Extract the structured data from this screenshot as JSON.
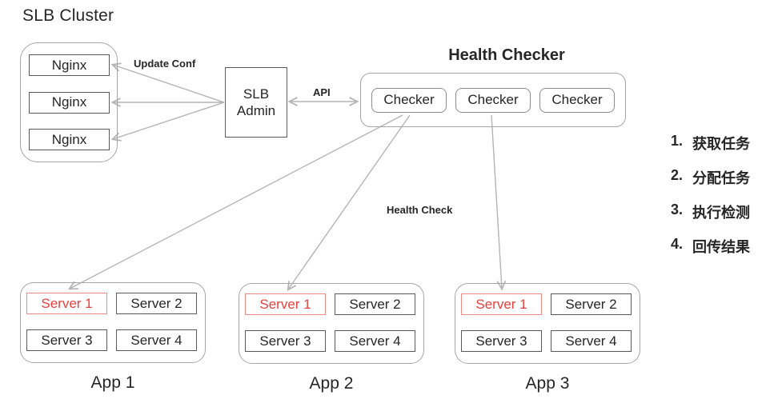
{
  "title": "SLB Cluster",
  "slb_cluster": {
    "nodes": [
      "Nginx",
      "Nginx",
      "Nginx"
    ]
  },
  "slb_admin": {
    "line1": "SLB",
    "line2": "Admin"
  },
  "edge_labels": {
    "update_conf": "Update Conf",
    "api": "API",
    "health_check": "Health Check"
  },
  "health_checker": {
    "title": "Health Checker",
    "checkers": [
      "Checker",
      "Checker",
      "Checker"
    ]
  },
  "apps": [
    {
      "name": "App 1",
      "servers": [
        {
          "label": "Server 1",
          "highlight": true
        },
        {
          "label": "Server 2",
          "highlight": false
        },
        {
          "label": "Server 3",
          "highlight": false
        },
        {
          "label": "Server 4",
          "highlight": false
        }
      ]
    },
    {
      "name": "App 2",
      "servers": [
        {
          "label": "Server 1",
          "highlight": true
        },
        {
          "label": "Server 2",
          "highlight": false
        },
        {
          "label": "Server 3",
          "highlight": false
        },
        {
          "label": "Server 4",
          "highlight": false
        }
      ]
    },
    {
      "name": "App 3",
      "servers": [
        {
          "label": "Server 1",
          "highlight": true
        },
        {
          "label": "Server 2",
          "highlight": false
        },
        {
          "label": "Server 3",
          "highlight": false
        },
        {
          "label": "Server 4",
          "highlight": false
        }
      ]
    }
  ],
  "steps": [
    {
      "num": "1.",
      "text": "获取任务"
    },
    {
      "num": "2.",
      "text": "分配任务"
    },
    {
      "num": "3.",
      "text": "执行检测"
    },
    {
      "num": "4.",
      "text": "回传结果"
    }
  ],
  "colors": {
    "accent-red": "#e8403c",
    "accent-red-border": "#ef8a87",
    "arrow": "#b4b4b4",
    "box-border": "#595959",
    "container-border": "#a6a6a6",
    "ink": "#262626"
  }
}
